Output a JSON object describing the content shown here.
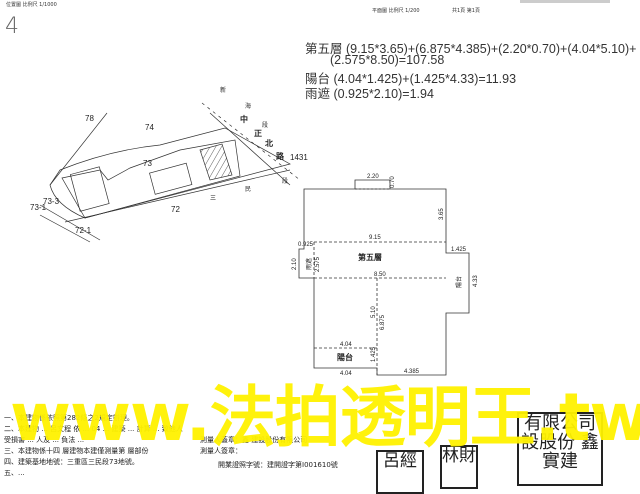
{
  "header": {
    "site_plan_scale": "位置圖 比例尺 1/1000",
    "floor_plan_scale": "平面圖 比例尺 1/200",
    "page_info": "共1頁 第1頁",
    "page_mark": "4"
  },
  "area_calc": {
    "floor5_line1": "第五層 (9.15*3.65)+(6.875*4.385)+(2.20*0.70)+(4.04*5.10)+",
    "floor5_line2": "(2.575*8.50)=107.58",
    "balcony": "陽台 (4.04*1.425)+(1.425*4.33)=11.93",
    "canopy": "雨遮 (0.925*2.10)=1.94"
  },
  "site_plan": {
    "lots": [
      "78",
      "74",
      "73",
      "72",
      "73-3",
      "73-1",
      "72-1",
      "1431"
    ],
    "road_chars": [
      "新",
      "海",
      "中",
      "正",
      "段",
      "北",
      "路",
      "段",
      "民",
      "三"
    ]
  },
  "floor_plan": {
    "floor_label": "第五層",
    "balcony_label": "陽台",
    "canopy_label": "雨遮",
    "balcony_right_label": "陽台",
    "dims": [
      "2.20",
      "0.70",
      "3.65",
      "9.15",
      "0.925",
      "2.575",
      "2.10",
      "1.425",
      "8.50",
      "4.33",
      "5.10",
      "6.875",
      "4.04",
      "1.425",
      "4.04",
      "4.385"
    ]
  },
  "notes": [
    "一、本建物係依照第282條之2規定辦理。",
    "二、本建物 ... 呂文程 依 ... 04 ... 建築 ... 計算 ... 致他人",
    "受損害 ... 人及 ... 負法 ...",
    "三、本建物係十四 層建物本建僅測量第 層部份",
    "四、建築基地地號：三重區三民段73地號。",
    "五、..."
  ],
  "surveyor": {
    "seal_line": "測量人蓋章：鑫 建設股份有限公司",
    "person": "測量人簽章：",
    "license": "開業證照字號：建開證字第I001610號"
  },
  "stamps": {
    "stamp1": "呂經",
    "stamp2": "林財",
    "stamp3": "有限公司 設股份 鑫實建"
  },
  "watermark": "www.法拍透明王.tw"
}
